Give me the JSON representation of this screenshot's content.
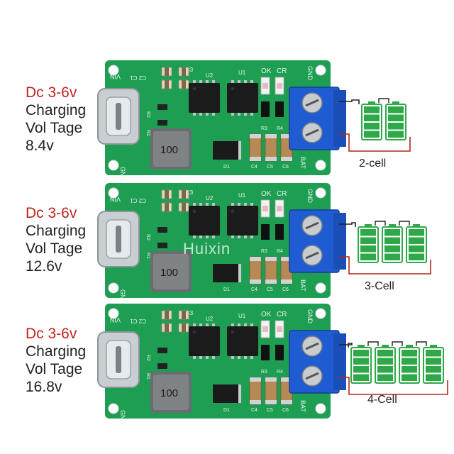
{
  "panels": [
    {
      "line1": "Dc 3-6v",
      "line2": "Charging",
      "line3": "Vol Tage",
      "voltage": "8.4v",
      "cells": 2,
      "cell_label": "2-cell"
    },
    {
      "line1": "Dc 3-6v",
      "line2": "Charging",
      "line3": "Vol Tage",
      "voltage": "12.6v",
      "cells": 3,
      "cell_label": "3-Cell"
    },
    {
      "line1": "Dc 3-6v",
      "line2": "Charging",
      "line3": "Vol Tage",
      "voltage": "16.8v",
      "cells": 4,
      "cell_label": "4-Cell"
    }
  ],
  "board": {
    "silk": {
      "vin": "VIN",
      "gnd": "GND",
      "c2c1": "C2 C1",
      "c3": "C3",
      "u2": "U2",
      "u1": "U1",
      "ok": "OK",
      "cr": "CR",
      "r1": "R1",
      "r2": "R2",
      "r3": "R3",
      "r4": "R4",
      "d1": "D1",
      "c4": "C4",
      "c5": "C5",
      "c6": "C6",
      "bat": "BAT",
      "gnd2": "GND"
    },
    "inductor": "100"
  },
  "watermark": "Huixin",
  "colors": {
    "pcb": "#1e9e52",
    "pcb_dark": "#157a3d",
    "terminal": "#1f5bd1",
    "battery": "#2fa84a",
    "label_red": "#c0241f"
  }
}
